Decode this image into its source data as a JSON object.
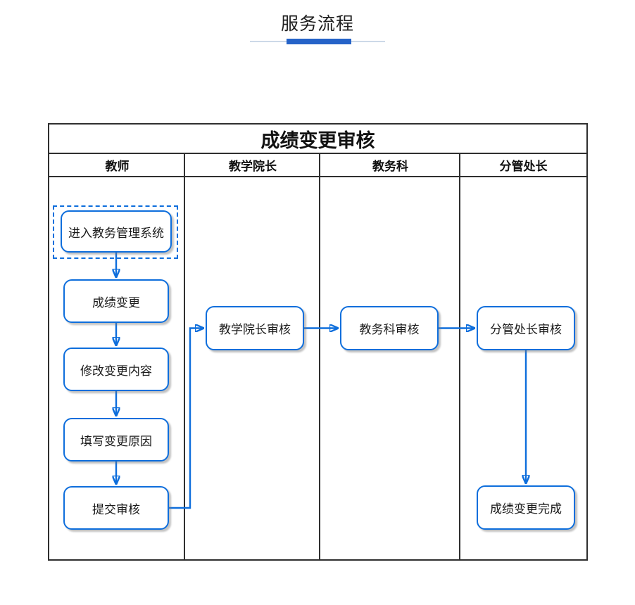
{
  "page": {
    "title": "服务流程"
  },
  "colors": {
    "accent_bar": "#2563c8",
    "underline": "#ccd9e8",
    "node_border": "#0e6edc",
    "arrow": "#0e6edc",
    "frame_border": "#2f2f2f",
    "text": "#1a1a1a"
  },
  "flowchart": {
    "title": "成绩变更审核",
    "lanes": [
      {
        "header": "教师"
      },
      {
        "header": "教学院长"
      },
      {
        "header": "教务科"
      },
      {
        "header": "分管处长"
      }
    ],
    "nodes": {
      "enter_system": "进入教务管理系统",
      "grade_change": "成绩变更",
      "modify_content": "修改变更内容",
      "fill_reason": "填写变更原因",
      "submit_review": "提交审核",
      "dean_review": "教学院长审核",
      "office_review": "教务科审核",
      "director_review": "分管处长审核",
      "complete": "成绩变更完成"
    }
  }
}
